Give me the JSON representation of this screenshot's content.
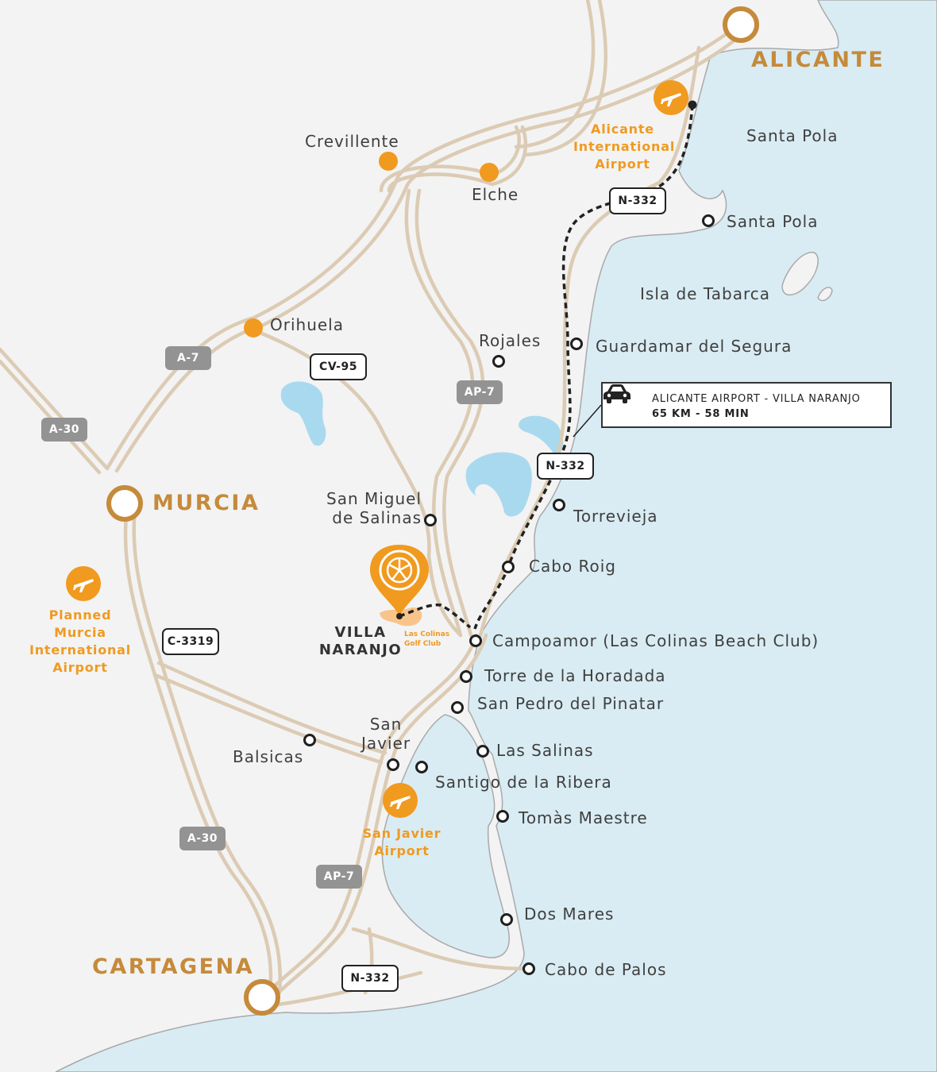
{
  "cities": {
    "alicante": "ALICANTE",
    "murcia": "MURCIA",
    "cartagena": "CARTAGENA"
  },
  "towns": {
    "crevillente": "Crevillente",
    "elche": "Elche",
    "orihuela": "Orihuela",
    "santa_pola_sea": "Santa Pola",
    "santa_pola": "Santa Pola",
    "isla_tabarca": "Isla de Tabarca",
    "rojales": "Rojales",
    "guardamar": "Guardamar del Segura",
    "torrevieja": "Torrevieja",
    "san_miguel": [
      "San Miguel",
      "de Salinas"
    ],
    "cabo_roig": "Cabo Roig",
    "campoamor": "Campoamor (Las Colinas Beach Club)",
    "torre_horadada": "Torre de la Horadada",
    "san_pedro": "San Pedro del Pinatar",
    "san_javier": [
      "San",
      "Javier"
    ],
    "las_salinas": "Las Salinas",
    "balsicas": "Balsicas",
    "santiago_ribera": "Santigo de la Ribera",
    "tomas_maestre": "Tomàs Maestre",
    "dos_mares": "Dos Mares",
    "cabo_palos": "Cabo de Palos"
  },
  "airports": {
    "alicante": [
      "Alicante",
      "International",
      "Airport"
    ],
    "murcia": [
      "Planned",
      "Murcia",
      "International",
      "Airport"
    ],
    "san_javier": [
      "San Javier",
      "Airport"
    ]
  },
  "villa": {
    "name": [
      "VILLA",
      "NARANJO"
    ],
    "golf": [
      "Las Colinas",
      "Golf Club"
    ]
  },
  "roads": {
    "a7": "A-7",
    "a30_north": "A-30",
    "a30_south": "A-30",
    "ap7_north": "AP-7",
    "ap7_south": "AP-7",
    "cv95": "CV-95",
    "c3319": "C-3319",
    "n332_north": "N-332",
    "n332_mid": "N-332",
    "n332_south": "N-332"
  },
  "route_info": {
    "title": "ALICANTE AIRPORT - VILLA NARANJO",
    "detail": "65 KM - 58 MIN",
    "icon": "car-icon"
  },
  "colors": {
    "land": "#f3f3f3",
    "sea": "#d9ecf3",
    "lake": "#a9d9ef",
    "road": "#dccbb4",
    "city": "#c58a3b",
    "orange": "#f09a20",
    "text": "#3f3f3f",
    "route": "#222222"
  }
}
